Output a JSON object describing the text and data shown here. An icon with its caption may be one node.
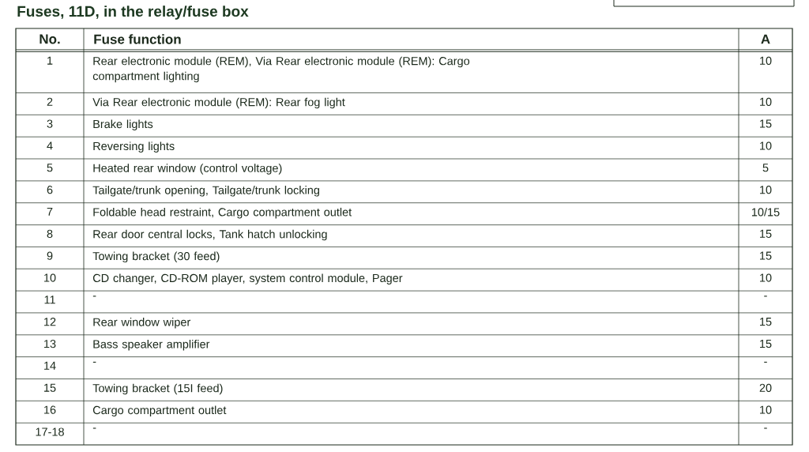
{
  "diagram": {
    "title": "Fuses, 11D, in the relay/fuse box",
    "labels": [
      "No.",
      "Fuse function",
      "A",
      "1",
      "Rear electronic module (REM), Via Rear electronic module (REM): Cargo compartment lighting",
      "10",
      "2",
      "Via Rear electronic module (REM): Rear fog light",
      "10",
      "3",
      "Brake lights",
      "15",
      "4",
      "Reversing lights",
      "10",
      "5",
      "Heated rear window (control voltage)",
      "5",
      "6",
      "Tailgate/trunk opening, Tailgate/trunk locking",
      "10",
      "7",
      "Foldable head restraint, Cargo compartment outlet",
      "10/15",
      "8",
      "Rear door central locks, Tank hatch unlocking",
      "15",
      "9",
      "Towing bracket (30 feed)",
      "15",
      "10",
      "CD changer, CD-ROM player, system control module, Pager",
      "10",
      "11",
      "-",
      "-",
      "12",
      "Rear window wiper",
      "15",
      "13",
      "Bass speaker amplifier",
      "15",
      "14",
      "-",
      "-",
      "15",
      "Towing bracket (15I feed)",
      "20",
      "16",
      "Cargo compartment outlet",
      "10",
      "17-18",
      "-",
      "-"
    ]
  }
}
